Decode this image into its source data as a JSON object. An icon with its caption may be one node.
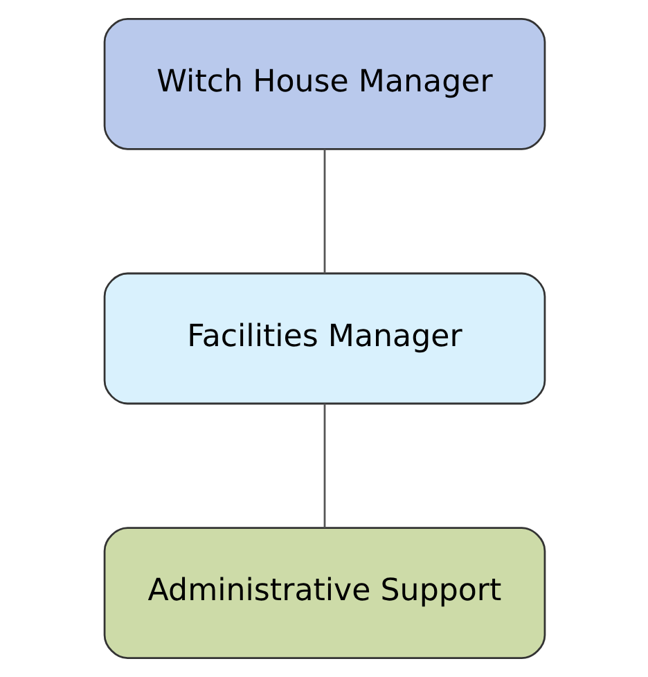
{
  "diagram": {
    "nodes": [
      {
        "text": [
          "Witch House Manager"
        ]
      },
      {
        "text": [
          "Facilities Manager"
        ]
      },
      {
        "text": [
          "Administrative Support"
        ]
      }
    ],
    "edges": [
      {
        "from": 0,
        "to": 1,
        "arrow": "none"
      },
      {
        "from": 1,
        "to": 2,
        "arrow": "none"
      }
    ]
  }
}
